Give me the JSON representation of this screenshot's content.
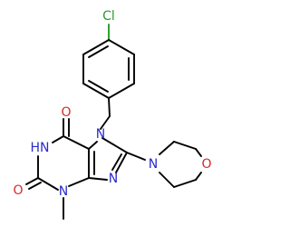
{
  "molecule": {
    "colors": {
      "bond": "#000000",
      "nitrogen": "#2a2acc",
      "oxygen": "#d42a2a",
      "chlorine": "#2a9a2a"
    },
    "atoms": {
      "cl": "Cl",
      "n7": "N",
      "o6": "O",
      "hn1": "HN",
      "n9": "N",
      "n_morph": "N",
      "o_morph": "O",
      "o2": "O",
      "n3": "N"
    }
  }
}
